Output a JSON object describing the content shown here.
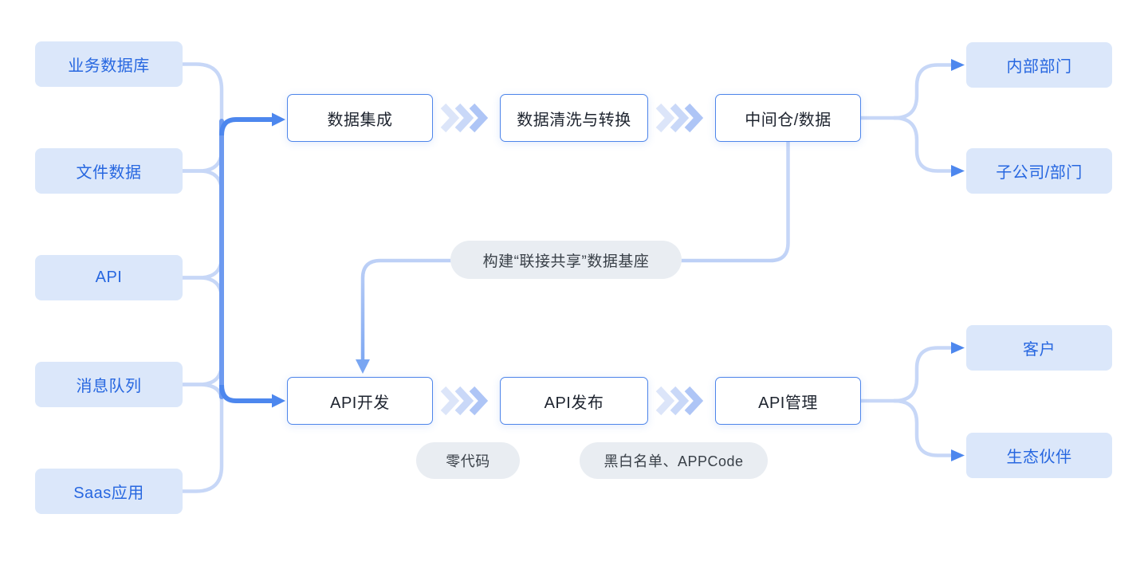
{
  "sources": [
    "业务数据库",
    "文件数据",
    "API",
    "消息队列",
    "Saas应用"
  ],
  "data_pipeline": [
    "数据集成",
    "数据清洗与转换",
    "中间仓/数据"
  ],
  "api_pipeline": [
    "API开发",
    "API发布",
    "API管理"
  ],
  "data_consumers": [
    "内部部门",
    "子公司/部门"
  ],
  "api_consumers": [
    "客户",
    "生态伙伴"
  ],
  "annotations": {
    "data_foundation": "构建“联接共享”数据基座",
    "zero_code": "零代码",
    "access_control": "黑白名单、APPCode"
  },
  "colors": {
    "box-fill": "#dbe7fa",
    "box-text": "#2767e0",
    "node-border": "#4d85ea",
    "node-text": "#1d232e",
    "pill-bg": "#e9edf2",
    "pill-text": "#394048",
    "line-light": "#c7d7f7",
    "line-medium": "#6d9af0",
    "line-strong": "#4d87ee",
    "arrow-mid": "#79a6f2",
    "chev-1": "#dce5f9",
    "chev-2": "#c9d8f8",
    "chev-3": "#aec5f6"
  }
}
